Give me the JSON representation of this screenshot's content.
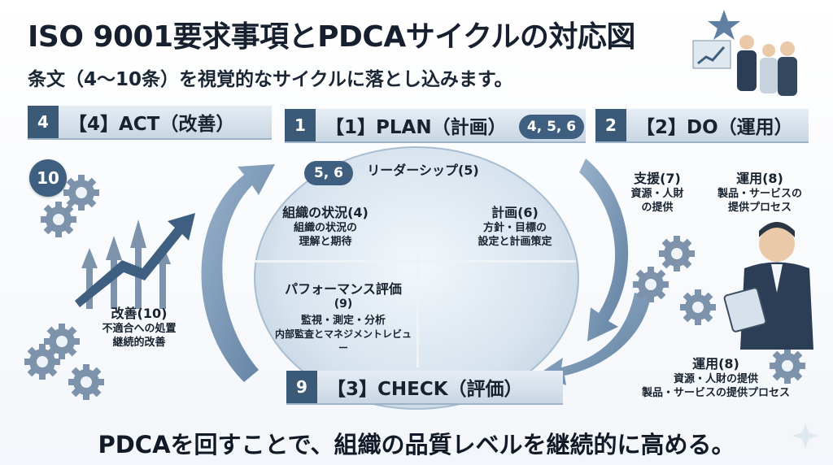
{
  "title": "ISO 9001要求事項とPDCAサイクルの対応図",
  "subtitle": "条文（4〜10条）を視覚的なサイクルに落とし込みます。",
  "footer": "PDCAを回すことで、組織の品質レベルを継続的に高める。",
  "phases": {
    "act": {
      "num": "4",
      "label": "【4】ACT（改善）"
    },
    "plan": {
      "num": "1",
      "label": "【1】PLAN（計画）",
      "badge": "4, 5, 6"
    },
    "do": {
      "num": "2",
      "label": "【2】DO（運用）"
    },
    "check": {
      "num": "9",
      "label": "【3】CHECK（評価）"
    }
  },
  "badges": {
    "act": "10",
    "plan_inner": "5, 6"
  },
  "plan_items": {
    "leadership": {
      "title": "リーダーシップ(5)"
    },
    "context": {
      "title": "組織の状況(4)",
      "line1": "組織の状況の",
      "line2": "理解と期待"
    },
    "planning": {
      "title": "計画(6)",
      "line1": "方針・目標の",
      "line2": "設定と計画策定"
    }
  },
  "check_items": {
    "title": "パフォーマンス評価",
    "num": "(9)",
    "line1": "監視・測定・分析",
    "line2": "内部監査とマネジメントレビュー"
  },
  "act_items": {
    "title": "改善(10)",
    "line1": "不適合への処置",
    "line2": "継続的改善"
  },
  "do_items": {
    "support": {
      "title": "支援(7)",
      "line1": "資源・人財",
      "line2": "の提供"
    },
    "operation": {
      "title": "運用(8)",
      "line1": "製品・サービスの",
      "line2": "提供プロセス"
    },
    "operation_bottom": {
      "title": "運用(8)",
      "line1": "資源・人財の提供",
      "line2": "製品・サービスの提供プロセス"
    }
  },
  "colors": {
    "accent": "#3e5f80",
    "arrow": "#5f80a2",
    "gear": "#7d93ab"
  }
}
